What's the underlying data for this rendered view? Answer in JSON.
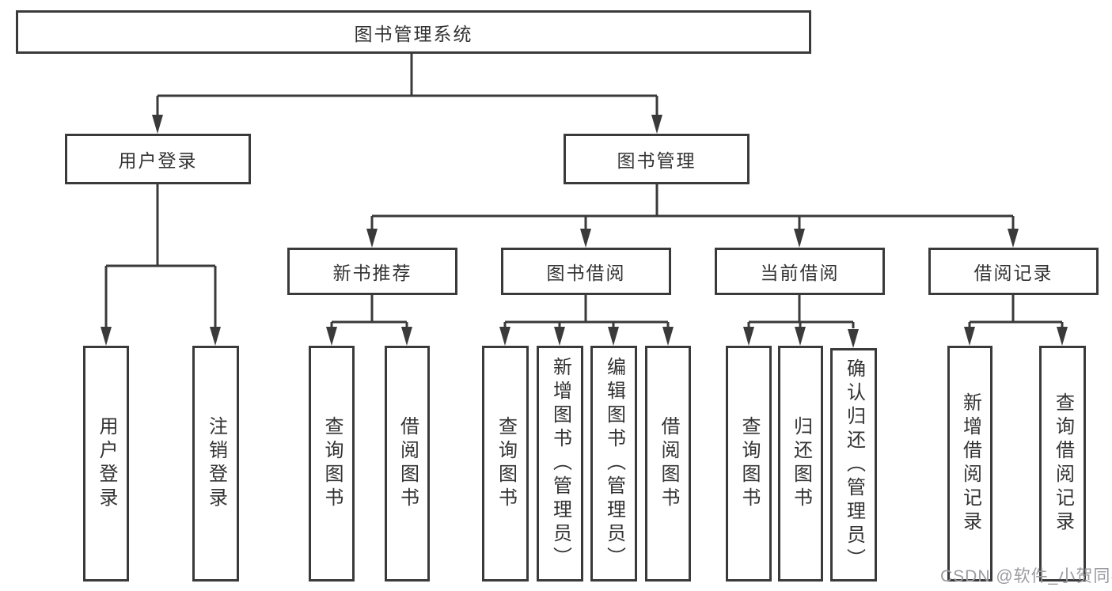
{
  "tree": {
    "root": {
      "label": "图书管理系统"
    },
    "level2": [
      {
        "label": "用户登录",
        "leaves": [
          "用户登录",
          "注销登录"
        ]
      },
      {
        "label": "图书管理",
        "modules": [
          {
            "label": "新书推荐",
            "leaves": [
              "查询图书",
              "借阅图书"
            ]
          },
          {
            "label": "图书借阅",
            "leaves": [
              "查询图书",
              "新增图书（管理员）",
              "编辑图书（管理员）",
              "借阅图书"
            ]
          },
          {
            "label": "当前借阅",
            "leaves": [
              "查询图书",
              "归还图书",
              "确认归还（管理员）"
            ]
          },
          {
            "label": "借阅记录",
            "leaves": [
              "新增借阅记录",
              "查询借阅记录"
            ]
          }
        ]
      }
    ]
  },
  "watermark": {
    "text": "CSDN @软件_小贺同学",
    "color": "#9a9aa0"
  },
  "colors": {
    "line": "#3a3a3a",
    "box_border": "#3a3a3a",
    "text": "#333333",
    "background": "#ffffff"
  }
}
